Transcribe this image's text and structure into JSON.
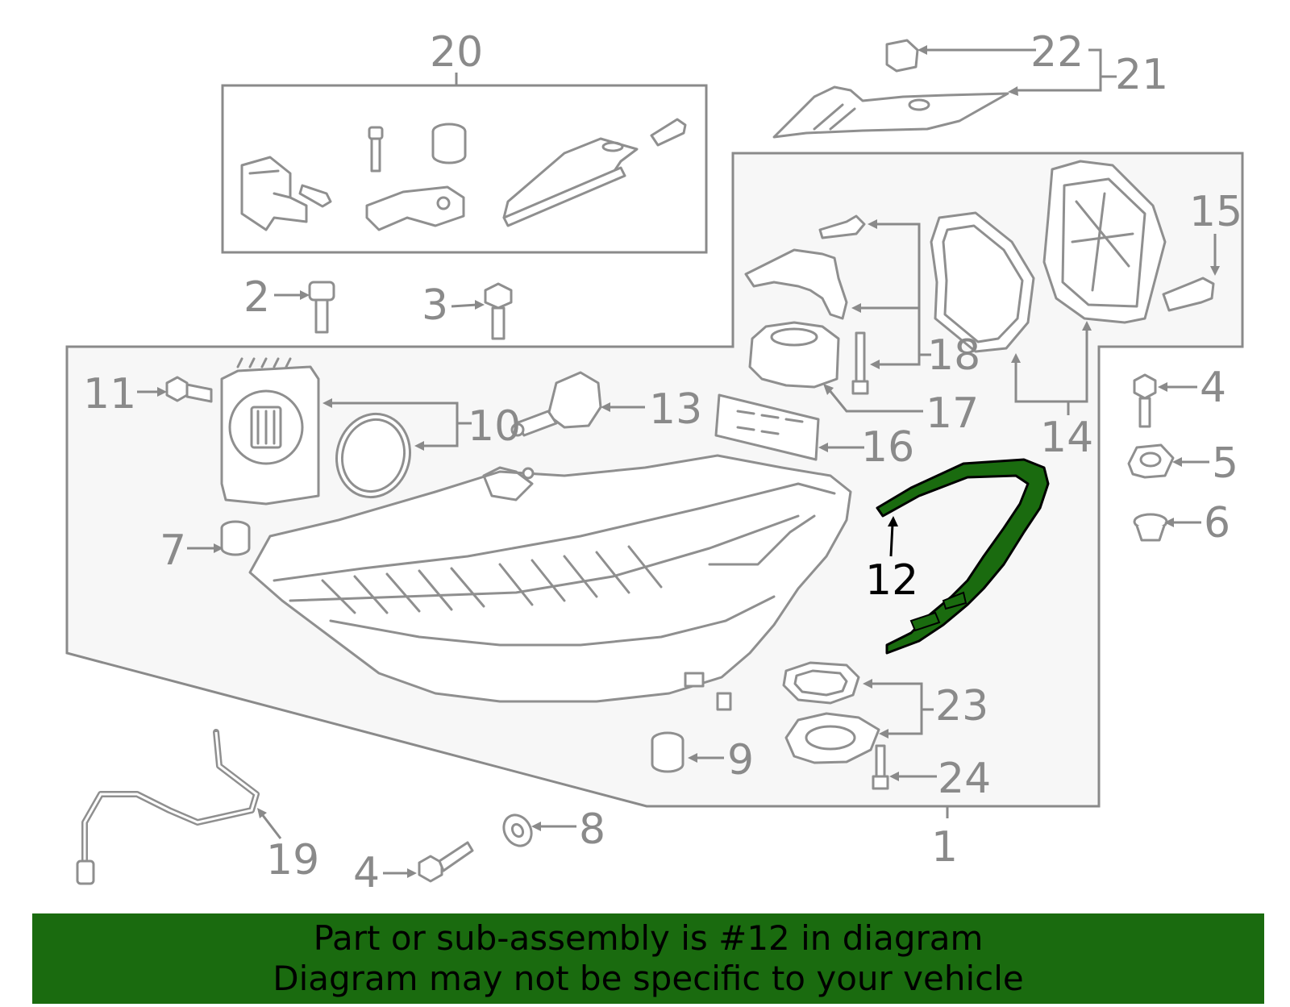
{
  "diagram": {
    "callouts": [
      "1",
      "2",
      "3",
      "4",
      "5",
      "6",
      "7",
      "8",
      "9",
      "10",
      "11",
      "12",
      "13",
      "14",
      "15",
      "16",
      "17",
      "18",
      "19",
      "20",
      "21",
      "22",
      "23",
      "24"
    ],
    "lower_left_callout": "4",
    "highlighted_callout": "12",
    "highlight_color": "#1a6b0f",
    "label_color": "#8a8a8a",
    "line_color": "#8f8f8f"
  },
  "banner": {
    "line1": "Part or sub-assembly is #12 in diagram",
    "line2": "Diagram may not be specific to your vehicle",
    "background": "#1a6b0f"
  }
}
